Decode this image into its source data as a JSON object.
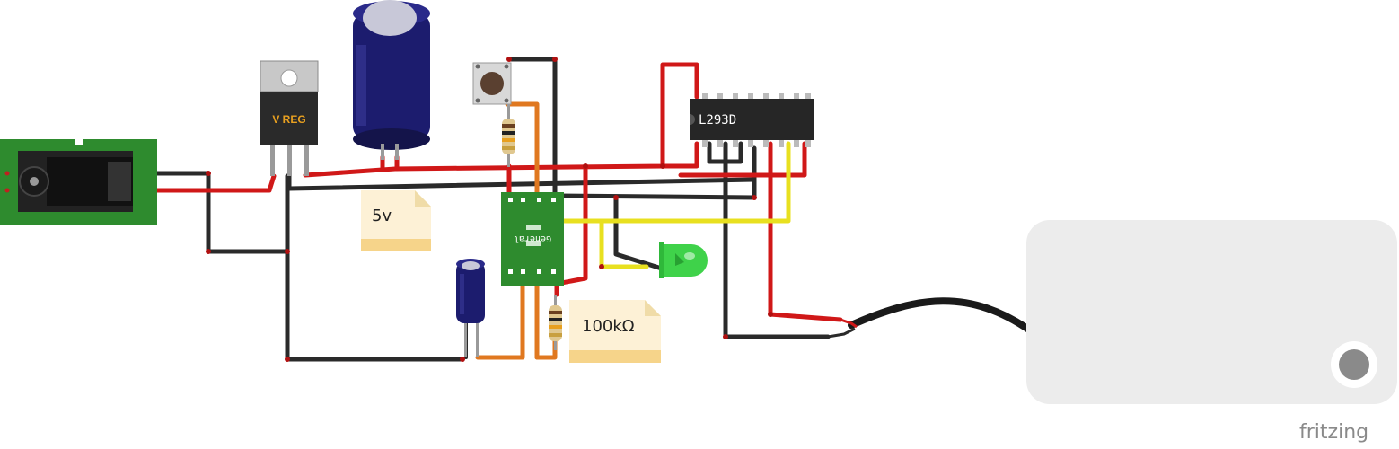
{
  "notes": {
    "voltage_label": "5v",
    "resistor_label": "100kΩ"
  },
  "components": {
    "regulator_marking": "V REG",
    "driver_chip_marking": "L293D",
    "sensor_board_marking": "General"
  },
  "branding": {
    "watermark": "fritzing"
  },
  "colors": {
    "wire_red": "#d01818",
    "wire_black": "#2a2a2a",
    "wire_yellow": "#e8e020",
    "wire_orange": "#e07820",
    "pcb_green": "#2e8b2e",
    "led_green": "#3fd24a",
    "capacitor_blue": "#1c1c6e",
    "note_yellow": "#fdf1d6",
    "motor_body": "#ececec"
  },
  "icons": [
    "dc-jack",
    "voltage-regulator",
    "electrolytic-capacitor",
    "push-button",
    "resistor",
    "motor-driver-ic",
    "sensor-board",
    "led",
    "dc-motor"
  ]
}
